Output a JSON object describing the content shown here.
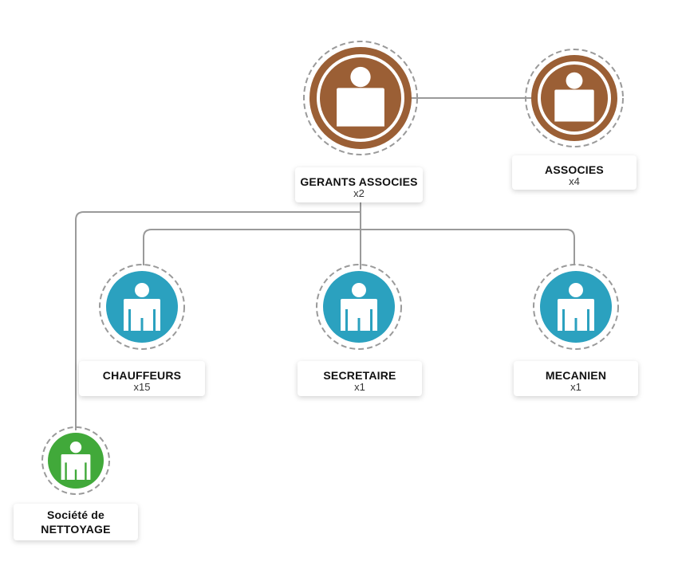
{
  "colors": {
    "management": "#9b5f35",
    "staff": "#2ba1bf",
    "contractor": "#41a93a",
    "connector": "#9a9a9a",
    "dashed_ring": "#9a9a9a"
  },
  "icons": {
    "person": "person-icon"
  },
  "nodes": {
    "gerants": {
      "title": "GERANTS ASSOCIES",
      "count": "x2"
    },
    "associes": {
      "title": "ASSOCIES",
      "count": "x4"
    },
    "chauffeurs": {
      "title": "CHAUFFEURS",
      "count": "x15"
    },
    "secretaire": {
      "title": "SECRETAIRE",
      "count": "x1"
    },
    "mecanien": {
      "title": "MECANIEN",
      "count": "x1"
    },
    "nettoyage": {
      "title_line1": "Société de",
      "title_line2": "NETTOYAGE"
    }
  }
}
